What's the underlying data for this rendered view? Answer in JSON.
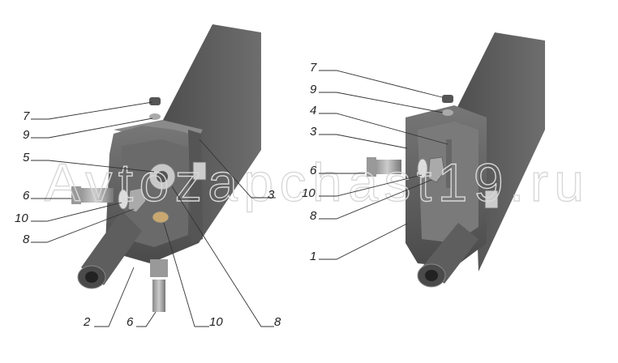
{
  "watermark": "Avtozapchast19.ru",
  "left_view": {
    "labels": [
      "7",
      "9",
      "5",
      "6",
      "10",
      "8",
      "3",
      "2",
      "6",
      "10",
      "8"
    ]
  },
  "right_view": {
    "labels": [
      "7",
      "9",
      "4",
      "3",
      "6",
      "10",
      "8",
      "1"
    ]
  },
  "colors": {
    "metal_dark": "#5a5a5a",
    "metal_mid": "#7a7a7a",
    "metal_light": "#b5b5b5"
  }
}
